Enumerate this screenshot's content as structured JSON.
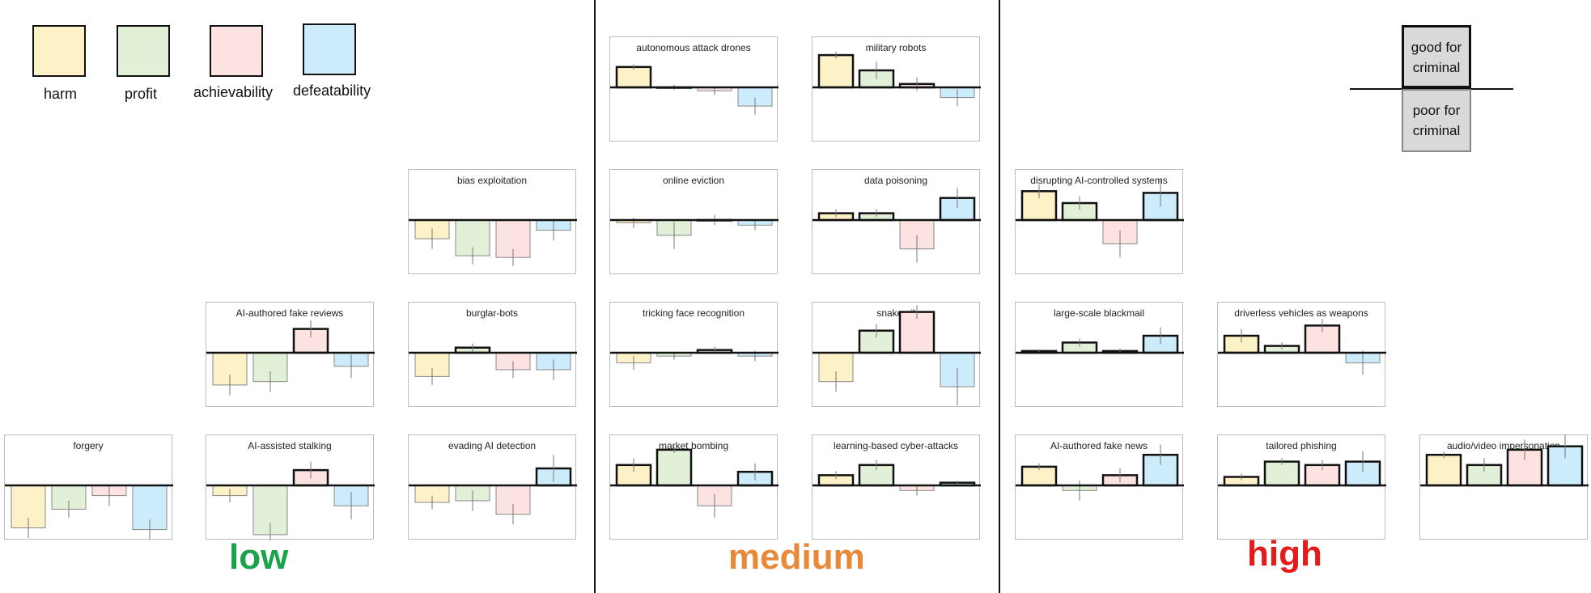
{
  "legend": [
    {
      "id": "harm",
      "label": "harm",
      "fill": "#fdf1c7"
    },
    {
      "id": "profit",
      "label": "profit",
      "fill": "#e3f0d8"
    },
    {
      "id": "achievability",
      "label": "achievability",
      "fill": "#fde2e2"
    },
    {
      "id": "defeatability",
      "label": "defeatability",
      "fill": "#ccebfb"
    }
  ],
  "key": {
    "good": "good for criminal",
    "poor": "poor for criminal"
  },
  "levels": {
    "low": "low",
    "medium": "medium",
    "high": "high"
  },
  "colors": {
    "low": "#1aa34a",
    "medium": "#e8893a",
    "high": "#e31b1b",
    "good_border": "#111111",
    "poor_border": "#888888"
  },
  "chart_data": {
    "type": "bar",
    "categories": [
      "harm",
      "profit",
      "achievability",
      "defeatability"
    ],
    "ylim": [
      -1.6,
      1.6
    ],
    "grid": false,
    "note_signs": "positive = good for criminal, negative = poor for criminal",
    "panels": [
      {
        "title": "autonomous attack drones",
        "values": [
          0.6,
          0,
          -0.1,
          -0.55
        ],
        "err": [
          0.08,
          0.08,
          0.12,
          0.25
        ]
      },
      {
        "title": "military robots",
        "values": [
          0.95,
          0.5,
          0.1,
          -0.3
        ],
        "err": [
          0.1,
          0.25,
          0.2,
          0.25
        ]
      },
      {
        "title": "bias exploitation",
        "values": [
          -0.55,
          -1.05,
          -1.1,
          -0.3
        ],
        "err": [
          0.3,
          0.25,
          0.25,
          0.3
        ]
      },
      {
        "title": "online eviction",
        "values": [
          -0.08,
          -0.45,
          0,
          -0.15
        ],
        "err": [
          0.15,
          0.4,
          0.15,
          0.15
        ]
      },
      {
        "title": "data poisoning",
        "values": [
          0.2,
          0.2,
          -0.85,
          0.65
        ],
        "err": [
          0.12,
          0.12,
          0.4,
          0.3
        ]
      },
      {
        "title": "disrupting AI-controlled systems",
        "values": [
          0.85,
          0.5,
          -0.7,
          0.8
        ],
        "err": [
          0.2,
          0.2,
          0.4,
          0.4
        ]
      },
      {
        "title": "AI-authored fake reviews",
        "values": [
          -0.95,
          -0.85,
          0.7,
          -0.4
        ],
        "err": [
          0.3,
          0.3,
          0.25,
          0.35
        ]
      },
      {
        "title": "burglar-bots",
        "values": [
          -0.7,
          0.15,
          -0.5,
          -0.5
        ],
        "err": [
          0.25,
          0.12,
          0.25,
          0.3
        ]
      },
      {
        "title": "tricking face recognition",
        "values": [
          -0.3,
          -0.1,
          0.08,
          -0.1
        ],
        "err": [
          0.2,
          0.1,
          0.1,
          0.15
        ]
      },
      {
        "title": "snake oil",
        "values": [
          -0.85,
          0.65,
          1.2,
          -1.0
        ],
        "err": [
          0.3,
          0.2,
          0.2,
          0.55
        ]
      },
      {
        "title": "large-scale blackmail",
        "values": [
          0.05,
          0.3,
          0.05,
          0.5
        ],
        "err": [
          0.05,
          0.12,
          0.08,
          0.25
        ]
      },
      {
        "title": "driverless vehicles as weapons",
        "values": [
          0.5,
          0.2,
          0.8,
          -0.3
        ],
        "err": [
          0.2,
          0.1,
          0.2,
          0.35
        ]
      },
      {
        "title": "forgery",
        "values": [
          -1.25,
          -0.7,
          -0.3,
          -1.3
        ],
        "err": [
          0.3,
          0.25,
          0.3,
          0.3
        ]
      },
      {
        "title": "AI-assisted stalking",
        "values": [
          -0.3,
          -1.45,
          0.45,
          -0.6
        ],
        "err": [
          0.2,
          0.35,
          0.25,
          0.4
        ]
      },
      {
        "title": "evading AI detection",
        "values": [
          -0.5,
          -0.45,
          -0.85,
          0.5
        ],
        "err": [
          0.2,
          0.3,
          0.3,
          0.4
        ]
      },
      {
        "title": "market bombing",
        "values": [
          0.6,
          1.05,
          -0.6,
          0.4
        ],
        "err": [
          0.2,
          0.1,
          0.35,
          0.25
        ]
      },
      {
        "title": "learning-based cyber-attacks",
        "values": [
          0.3,
          0.6,
          -0.15,
          0.08
        ],
        "err": [
          0.12,
          0.15,
          0.15,
          0.05
        ]
      },
      {
        "title": "AI-authored fake news",
        "values": [
          0.55,
          -0.15,
          0.3,
          0.9
        ],
        "err": [
          0.1,
          0.3,
          0.2,
          0.3
        ]
      },
      {
        "title": "tailored phishing",
        "values": [
          0.25,
          0.7,
          0.6,
          0.7
        ],
        "err": [
          0.1,
          0.1,
          0.15,
          0.3
        ]
      },
      {
        "title": "audio/video impersonation",
        "values": [
          0.9,
          0.6,
          1.05,
          1.15
        ],
        "err": [
          0.1,
          0.2,
          0.3,
          0.35
        ]
      }
    ]
  }
}
